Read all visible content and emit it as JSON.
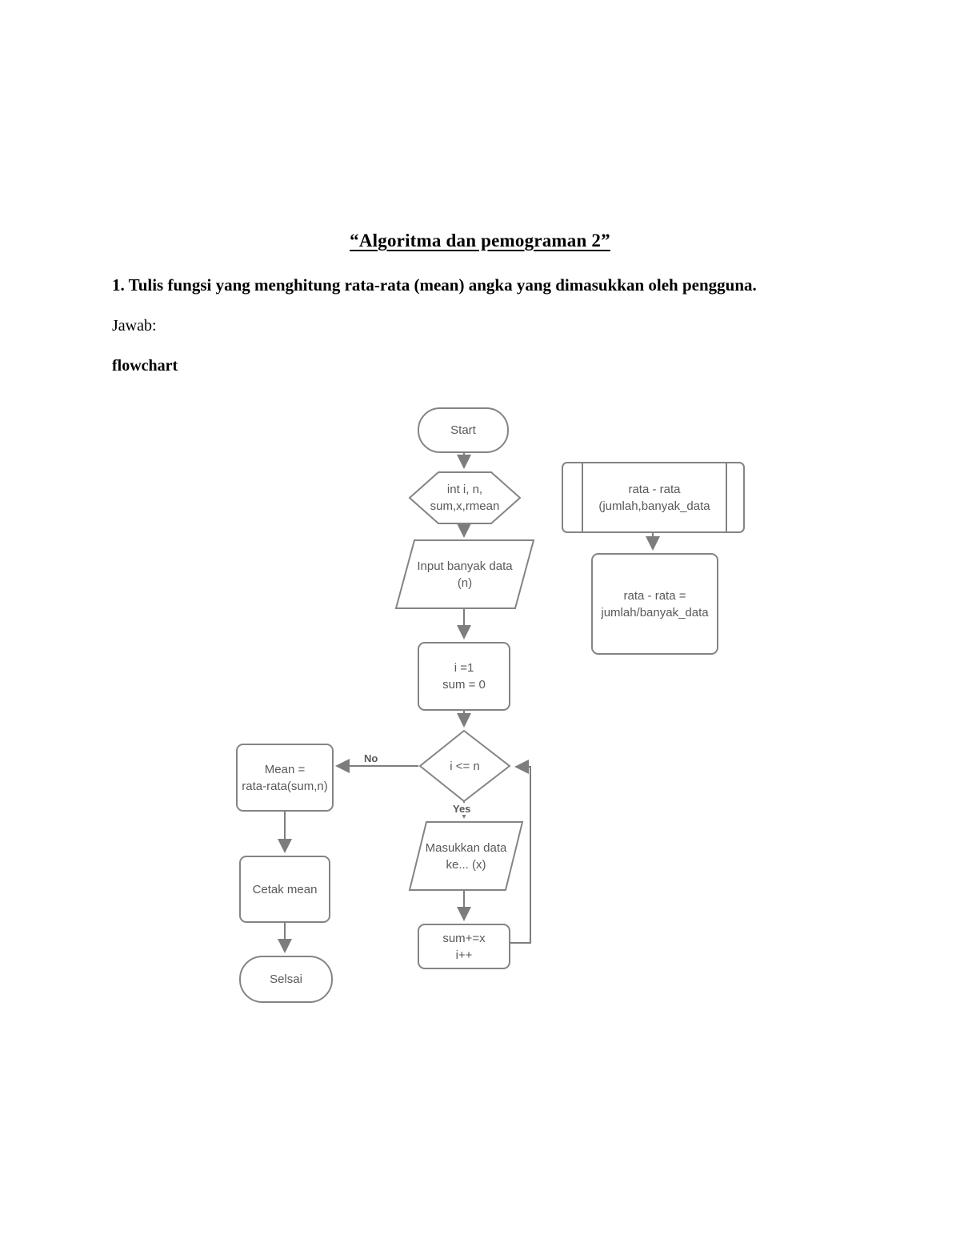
{
  "document": {
    "title": "“Algoritma dan pemograman 2”",
    "question": "1. Tulis fungsi yang menghitung rata-rata (mean) angka yang dimasukkan oleh pengguna.",
    "answer_label": "Jawab:",
    "section_label": "flowchart"
  },
  "flowchart": {
    "nodes": {
      "start": "Start",
      "declare": "int i, n,\nsum,x,rmean",
      "input_n": "Input banyak data\n(n)",
      "init": "i  =1\nsum = 0",
      "condition": "i <= n",
      "mean": "Mean =\nrata-rata(sum,n)",
      "input_x": "Masukkan data\nke... (x)",
      "accumulate": "sum+=x\ni++",
      "print": "Cetak mean",
      "end": "Selsai",
      "subroutine": "rata - rata\n(jumlah,banyak_data",
      "formula": "rata - rata =\njumlah/banyak_data"
    },
    "edge_labels": {
      "no": "No",
      "yes": "Yes"
    },
    "colors": {
      "stroke": "#7d7d7d",
      "text": "#595959"
    }
  }
}
